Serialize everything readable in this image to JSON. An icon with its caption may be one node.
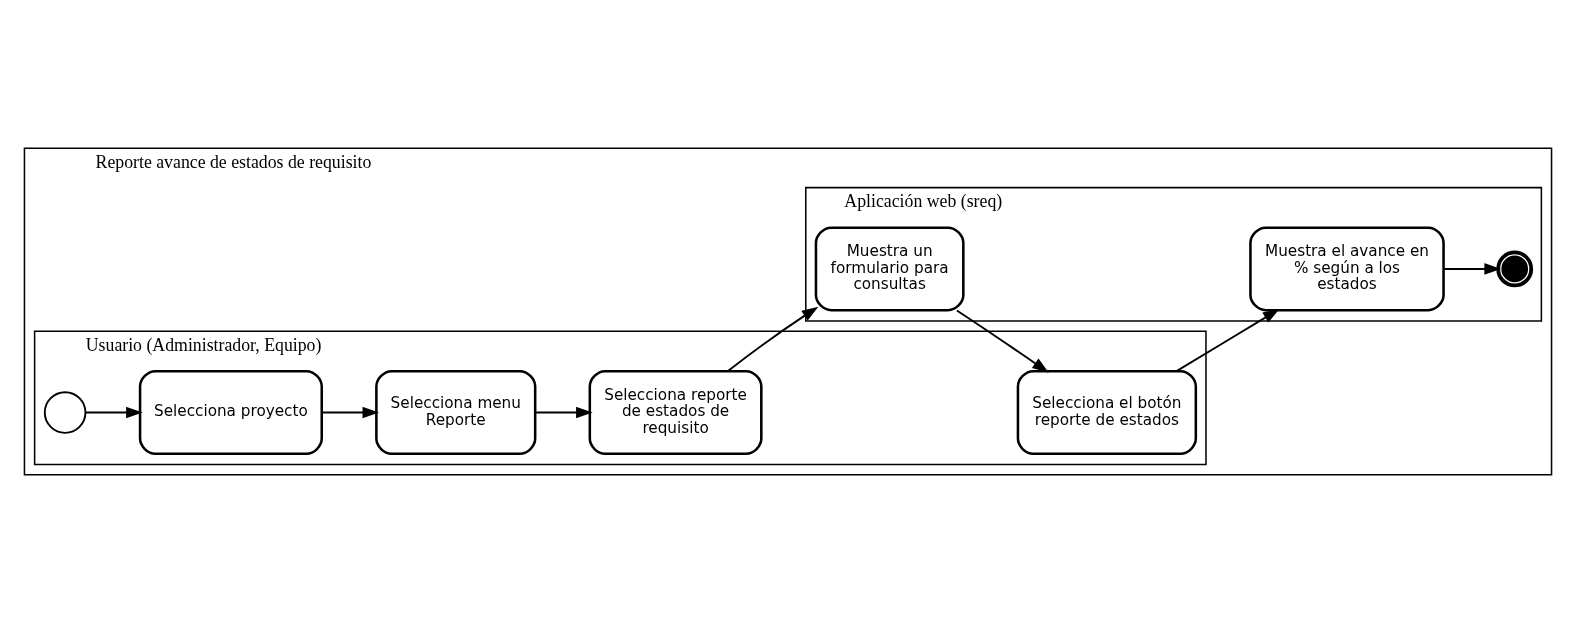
{
  "diagram": {
    "nodes": [
      {
        "text": [
          "Reporte avance de estados de requisito"
        ]
      },
      {
        "text": [
          "Usuario (Administrador, Equipo)"
        ],
        "in": 0
      },
      {
        "text": [
          "Aplicación web (sreq)"
        ],
        "in": 0
      },
      {
        "text": [],
        "shape": "circle",
        "in": 1
      },
      {
        "text": [
          "Selecciona proyecto"
        ],
        "in": 1
      },
      {
        "text": [
          "Selecciona menu Reporte"
        ],
        "in": 1
      },
      {
        "text": [
          "Selecciona reporte de estados de requisito"
        ],
        "in": 1
      },
      {
        "text": [
          "Selecciona el botón reporte de estados"
        ],
        "in": 1
      },
      {
        "text": [
          "Muestra un formulario para consultas"
        ],
        "in": 2
      },
      {
        "text": [
          "Muestra el avance en % según a los estados"
        ],
        "in": 2
      },
      {
        "text": [],
        "shape": "circle",
        "in": 2
      }
    ],
    "edges": [
      {
        "from": 3,
        "to": 4,
        "arrow": "to"
      },
      {
        "from": 4,
        "to": 5,
        "arrow": "to"
      },
      {
        "from": 5,
        "to": 6,
        "arrow": "to"
      },
      {
        "from": 6,
        "to": 8,
        "arrow": "to"
      },
      {
        "from": 8,
        "to": 7,
        "arrow": "to"
      },
      {
        "from": 7,
        "to": 9,
        "arrow": "to"
      },
      {
        "from": 9,
        "to": 10,
        "arrow": "to"
      }
    ]
  }
}
